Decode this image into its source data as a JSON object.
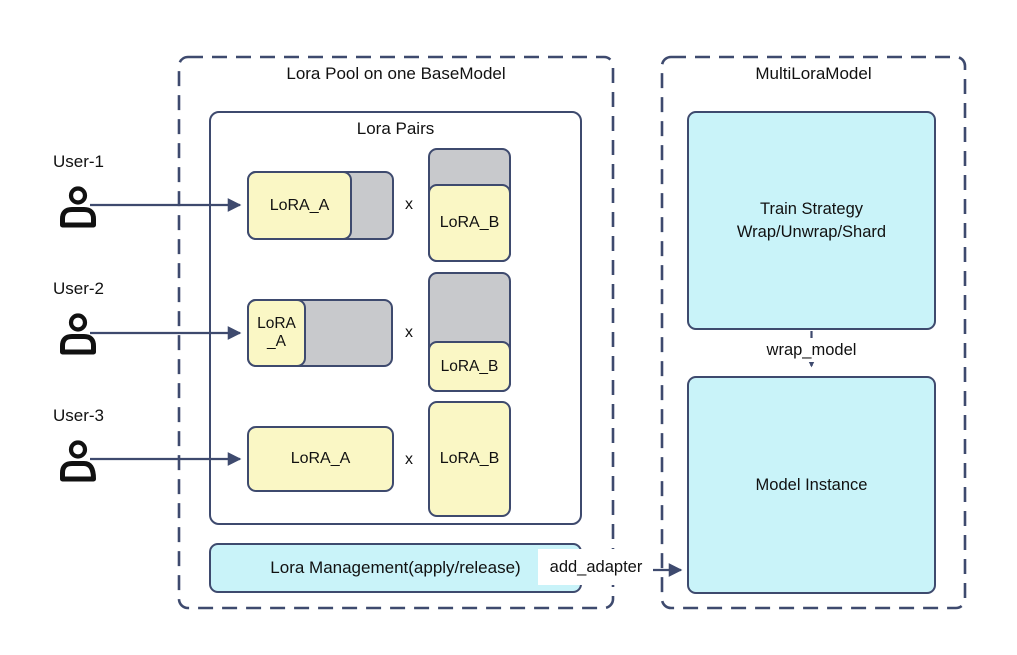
{
  "colors": {
    "line": "#3E4A6E",
    "yellow": "#FAF7C5",
    "gray": "#C8C9CC",
    "cyan": "#C9F3F9",
    "icon": "#111111",
    "background": "#FFFFFF"
  },
  "users": [
    {
      "label": "User-1"
    },
    {
      "label": "User-2"
    },
    {
      "label": "User-3"
    }
  ],
  "pool": {
    "title": "Lora Pool on one BaseModel",
    "pairs": {
      "title": "Lora Pairs",
      "multiply_symbol": "x",
      "rows": [
        {
          "a_label": "LoRA_A",
          "b_label": "LoRA_B"
        },
        {
          "a_label": "LoRA\n_A",
          "b_label": "LoRA_B"
        },
        {
          "a_label": "LoRA_A",
          "b_label": "LoRA_B"
        }
      ]
    },
    "management_label": "Lora Management(apply/release)"
  },
  "multi": {
    "title": "MultiLoraModel",
    "train_strategy_label": "Train Strategy\nWrap/Unwrap/Shard",
    "wrap_model_label": "wrap_model",
    "model_instance_label": "Model Instance"
  },
  "edges": {
    "add_adapter_label": "add_adapter"
  }
}
